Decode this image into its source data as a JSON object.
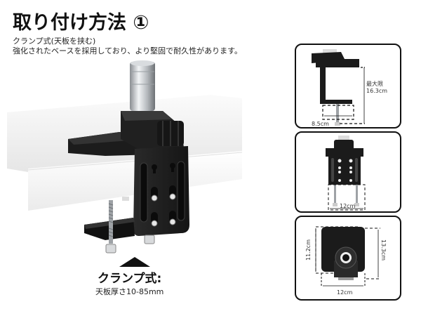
{
  "header": {
    "title": "取り付け方法 ①",
    "subtitle_line1": "クランプ式(天板を挟む)",
    "subtitle_line2": "強化されたベースを採用しており、より堅固で耐久性があります。"
  },
  "hero": {
    "image": "desk-clamp-mount-on-tabletop",
    "arrow_icon": "up-triangle-icon",
    "label": "クランプ式:",
    "range": "天板厚さ10-85mm"
  },
  "panels": [
    {
      "name": "side-view",
      "max_label": "最大限",
      "max_value": "16.3cm",
      "width_label": "8.5cm"
    },
    {
      "name": "front-view",
      "width_label": "12cm"
    },
    {
      "name": "top-view",
      "height_label": "11.2cm",
      "depth_label": "13.3cm",
      "width_label": "12cm"
    }
  ],
  "colors": {
    "text": "#111111",
    "panel_border": "#111111",
    "product_black": "#1a1a1a",
    "desk_white": "#f2f2f2",
    "metal": "#b8bcc0"
  }
}
